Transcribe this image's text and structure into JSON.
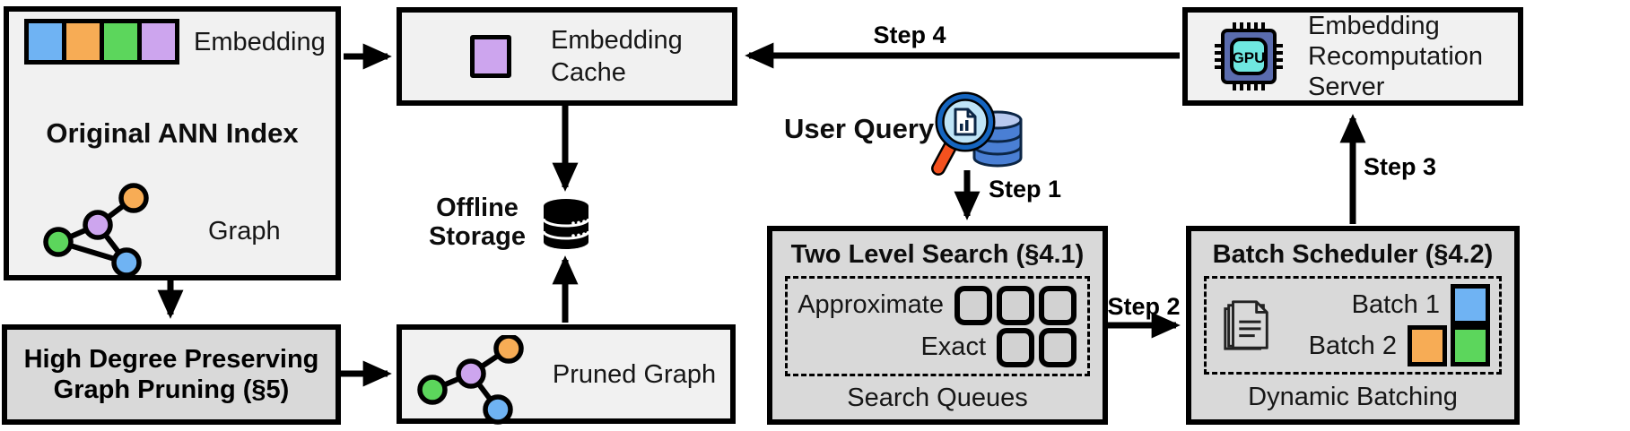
{
  "colors": {
    "blue": "#6fb3f3",
    "orange": "#f7ac55",
    "green": "#5cd65c",
    "purple": "#cda5ee",
    "panel-light": "#f1f1f1",
    "panel-dark": "#d9d9d9",
    "slot-fill": "#d2d2d2",
    "gpu-body": "#5a6cae",
    "gpu-screen": "#6fe8e0",
    "db-blue": "#4a7fd4",
    "db-light": "#b8c9ef",
    "lens-blue": "#bfe4f7",
    "rim-blue": "#1565c0",
    "handle-orange": "#f4511e"
  },
  "icons": {
    "embedding_strip": "four-color-squares",
    "ann_graph": "graph-nodes",
    "pruned_graph": "pruned-graph-nodes",
    "cache_entry": "purple-square",
    "offline_storage": "database-cylinder",
    "user_query": "magnifier-over-database",
    "gpu": "gpu-chip",
    "documents": "document-stack"
  },
  "nodes": {
    "ann_index": {
      "title": "Original ANN Index",
      "embedding_label": "Embedding",
      "graph_label": "Graph"
    },
    "graph_pruning": {
      "title": "High Degree Preserving Graph Pruning (§5)"
    },
    "embedding_cache": {
      "title": "Embedding Cache"
    },
    "offline_storage": {
      "title": "Offline Storage"
    },
    "pruned_graph": {
      "title": "Pruned Graph"
    },
    "user_query": {
      "title": "User Query"
    },
    "two_level_search": {
      "title": "Two Level Search (§4.1)",
      "rows": [
        {
          "label": "Approximate",
          "slots": 3
        },
        {
          "label": "Exact",
          "slots": 2
        }
      ],
      "caption": "Search Queues"
    },
    "batch_scheduler": {
      "title": "Batch Scheduler (§4.2)",
      "batches": [
        {
          "label": "Batch 1",
          "colors": [
            "blue"
          ]
        },
        {
          "label": "Batch 2",
          "colors": [
            "orange",
            "green"
          ]
        }
      ],
      "caption": "Dynamic Batching"
    },
    "recompute_server": {
      "title": "Embedding Recomputation Server",
      "gpu_label": "GPU"
    }
  },
  "steps": {
    "step1": "Step 1",
    "step2": "Step 2",
    "step3": "Step 3",
    "step4": "Step 4"
  }
}
